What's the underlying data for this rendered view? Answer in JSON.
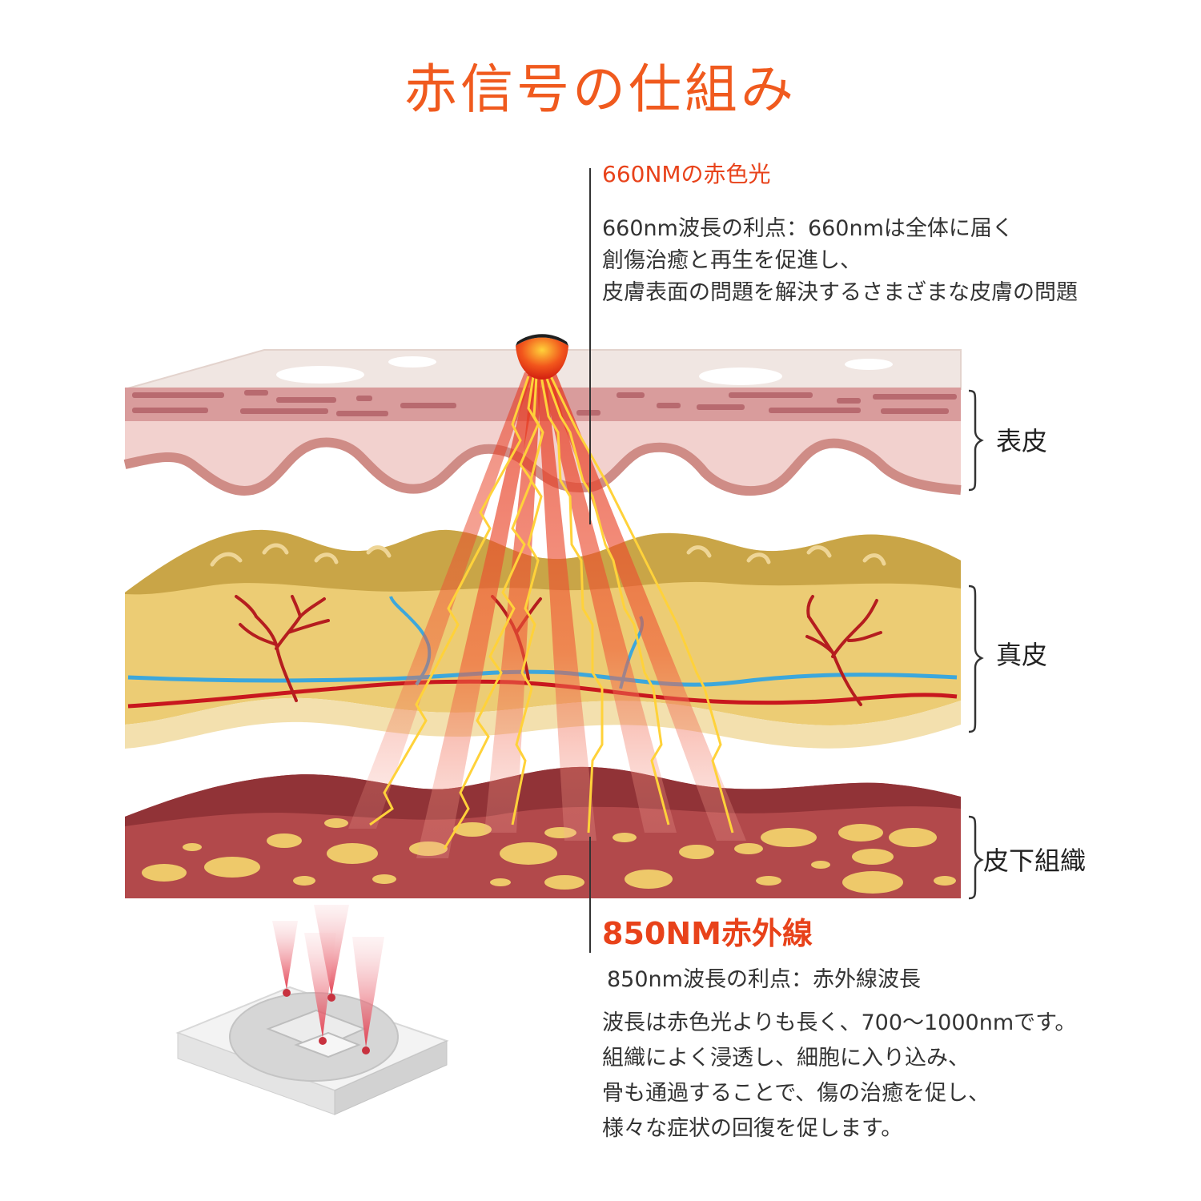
{
  "title": "赤信号の仕組み",
  "red_light": {
    "heading": "660NMの赤色光",
    "lines": [
      "660nm波長の利点：660nmは全体に届く",
      "創傷治癒と再生を促進し、",
      "皮膚表面の問題を解決するさまざまな皮膚の問題"
    ]
  },
  "infrared": {
    "heading": "850NM赤外線",
    "subheading": "850nm波長の利点：赤外線波長",
    "lines": [
      "波長は赤色光よりも長く、700～1000nmです。",
      "組織によく浸透し、細胞に入り込み、",
      "骨も通過することで、傷の治癒を促し、",
      "様々な症状の回復を促します。"
    ]
  },
  "layers": {
    "epidermis": "表皮",
    "dermis": "真皮",
    "subcutaneous": "皮下組織"
  },
  "colors": {
    "title": "#f05a1e",
    "heading": "#e8421a",
    "epidermis": "#e7b5b1",
    "dermis": "#eacb74",
    "subcutaneous": "#b2494b",
    "beam": "#e83a1e",
    "artery": "#c8171e",
    "vein": "#3ca7dc"
  }
}
